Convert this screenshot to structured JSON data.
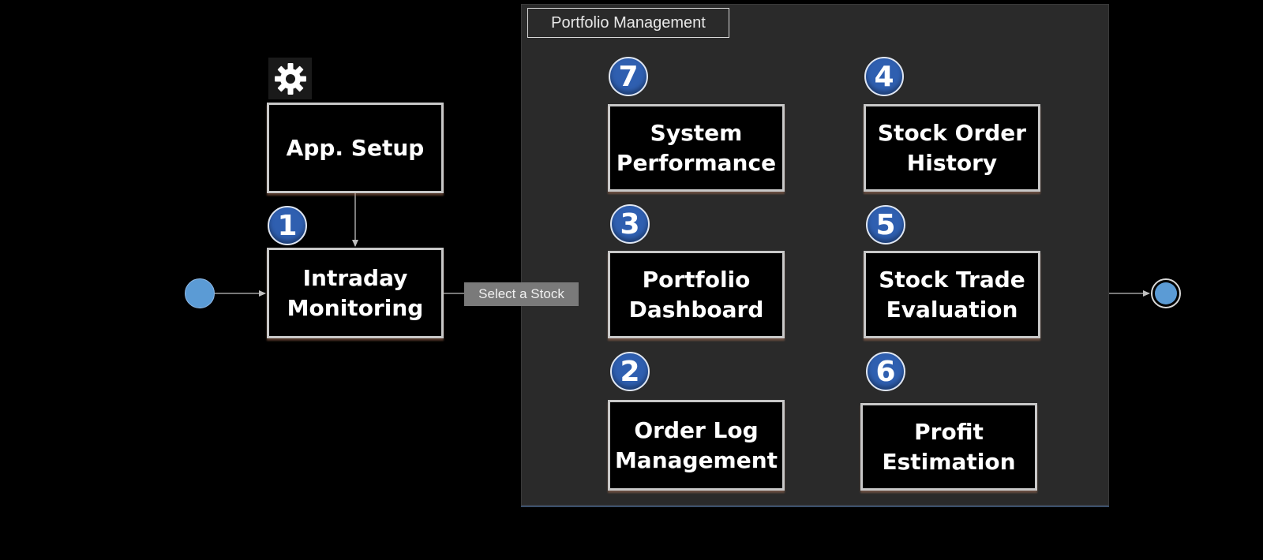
{
  "panel": {
    "title": "Portfolio Management"
  },
  "nodes": {
    "app_setup": "App. Setup",
    "intraday_monitoring": "Intraday\nMonitoring",
    "system_performance": "System\nPerformance",
    "portfolio_dashboard": "Portfolio\nDashboard",
    "order_log_management": "Order Log\nManagement",
    "stock_order_history": "Stock Order\nHistory",
    "stock_trade_evaluation": "Stock Trade\nEvaluation",
    "profit_estimation": "Profit\nEstimation"
  },
  "badges": {
    "intraday_monitoring": "1",
    "order_log_management": "2",
    "portfolio_dashboard": "3",
    "stock_order_history": "4",
    "stock_trade_evaluation": "5",
    "profit_estimation": "6",
    "system_performance": "7"
  },
  "edge_labels": {
    "select_stock": "Select a Stock"
  },
  "icons": {
    "setup": "gear-icon"
  },
  "colors": {
    "panel": "#2a2a2a",
    "badge": "#2f5fb0",
    "terminal": "#5b9bd5",
    "edge_label": "#7a7a7a"
  }
}
